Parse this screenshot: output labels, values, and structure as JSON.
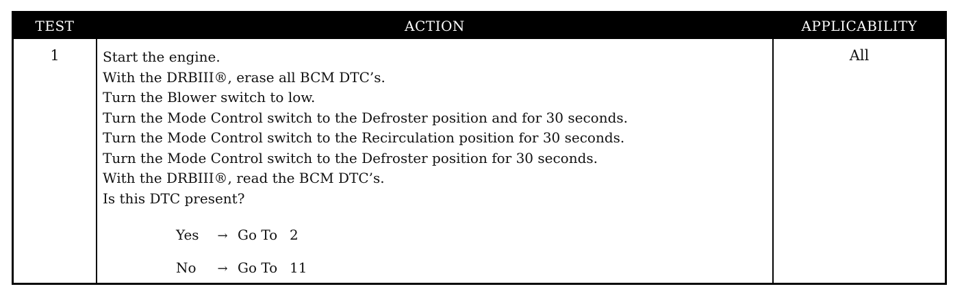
{
  "table": {
    "headers": {
      "test": "TEST",
      "action": "ACTION",
      "applicability": "APPLICABILITY"
    },
    "rows": [
      {
        "test": "1",
        "steps": [
          "Start the engine.",
          "With the DRBIII®, erase all BCM DTC’s.",
          "Turn the Blower switch to low.",
          "Turn the Mode Control switch to the Defroster position and for 30 seconds.",
          "Turn the Mode Control switch to the Recirculation position for 30 seconds.",
          "Turn the Mode Control switch to the Defroster position for 30 seconds.",
          "With the DRBIII®, read the BCM DTC’s.",
          "Is this DTC present?"
        ],
        "branches": [
          {
            "answer": "Yes",
            "arrow": "→",
            "goto": "Go To",
            "target": "2"
          },
          {
            "answer": "No",
            "arrow": "→",
            "goto": "Go To",
            "target": "11"
          }
        ],
        "applicability": "All"
      }
    ]
  }
}
